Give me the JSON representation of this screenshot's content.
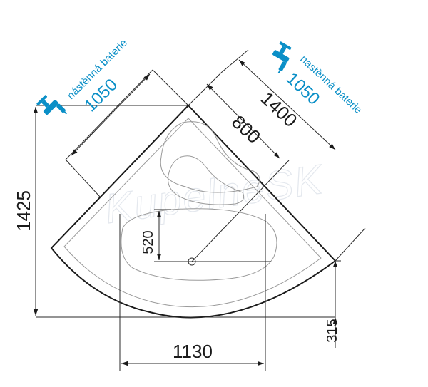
{
  "colors": {
    "accent": "#0a8fc7",
    "line": "#1a1a1a",
    "inner_line": "#9a9a9a",
    "watermark": "#e4e8ee"
  },
  "watermark": "KupelneSK",
  "dimensions": {
    "total_depth": "1425",
    "side_length": "1400",
    "corner_width": "800",
    "width_front": "1130",
    "basin_depth": "520",
    "drain_offset": "315"
  },
  "taps": [
    {
      "label": "nástěnná baterie",
      "value": "1050",
      "icon": "wall-tap-icon"
    },
    {
      "label": "nástěnná baterie",
      "value": "1050",
      "icon": "wall-tap-icon"
    }
  ]
}
